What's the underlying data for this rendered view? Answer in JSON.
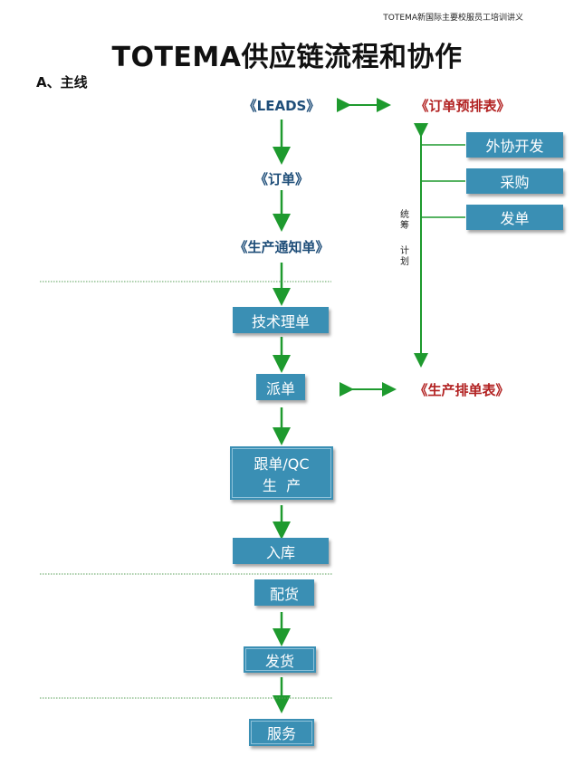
{
  "header_note": "TOTEMA新国际主要校服员工培训讲义",
  "title": "TOTEMA供应链流程和协作",
  "section": "A、主线",
  "flow": {
    "leads": "《LEADS》",
    "order": "《订单》",
    "production_notice": "《生产通知单》",
    "tech_review": "技术理单",
    "dispatch": "派单",
    "follow_qc": "跟单/QC",
    "production": "生  产",
    "warehousing": "入库",
    "allocation": "配货",
    "shipping": "发货",
    "service": "服务"
  },
  "side": {
    "order_preschedule": "《订单预排表》",
    "production_schedule": "《生产排单表》",
    "outsource_dev": "外协开发",
    "purchase": "采购",
    "issue_order": "发单",
    "plan_top": "统筹",
    "plan_bottom": "计划"
  },
  "colors": {
    "arrow": "#1e9a2e",
    "box": "#3a8fb4",
    "blue_text": "#1f4e79",
    "red_text": "#b22222",
    "divider": "#5aa05a"
  }
}
